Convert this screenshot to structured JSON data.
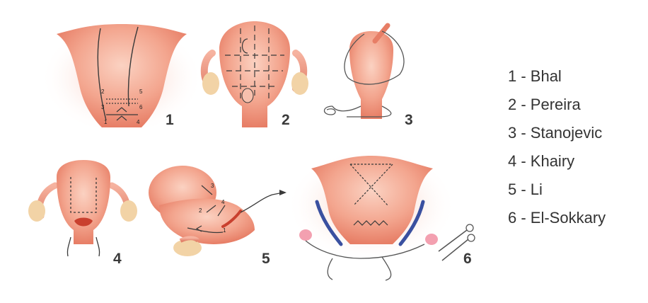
{
  "colors": {
    "uterus_light": "#f8c4b0",
    "uterus_mid": "#ef9a82",
    "uterus_dark": "#e0705a",
    "ovary": "#f2d3a6",
    "suture": "#3a3a3a",
    "vessel": "#3a50a0",
    "label": "#3a3a3a"
  },
  "panels": [
    {
      "num": "1",
      "icon": "uterus-bhal-icon",
      "stitch_numbers": [
        "2",
        "5",
        "3",
        "6",
        "1",
        "4"
      ]
    },
    {
      "num": "2",
      "icon": "uterus-pereira-icon"
    },
    {
      "num": "3",
      "icon": "uterus-stanojevic-icon"
    },
    {
      "num": "4",
      "icon": "uterus-khairy-icon"
    },
    {
      "num": "5",
      "icon": "uterus-li-icon",
      "stitch_numbers": [
        "3",
        "2",
        "4",
        "1"
      ]
    },
    {
      "num": "6",
      "icon": "uterus-el-sokkary-icon"
    }
  ],
  "legend": [
    "1 - Bhal",
    "2 - Pereira",
    "3 - Stanojevic",
    "4 - Khairy",
    "5 - Li",
    "6 - El-Sokkary"
  ]
}
